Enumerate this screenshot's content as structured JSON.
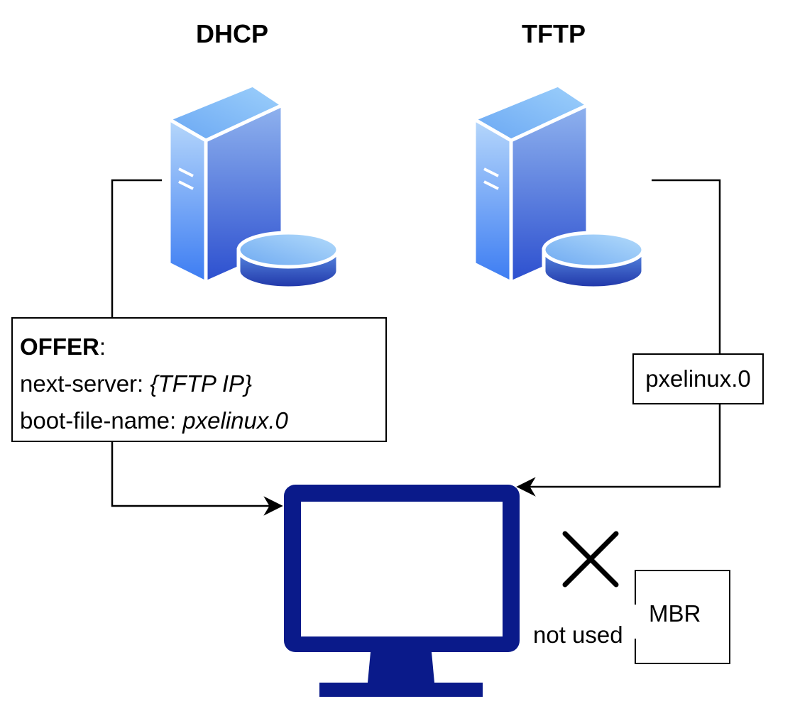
{
  "servers": {
    "dhcp": {
      "title": "DHCP",
      "icon": "server-with-disk-icon"
    },
    "tftp": {
      "title": "TFTP",
      "icon": "server-with-disk-icon"
    }
  },
  "offer": {
    "heading": "OFFER",
    "heading_suffix": ":",
    "next_server_key": "next-server: ",
    "next_server_value": "{TFTP IP}",
    "boot_file_key": "boot-file-name: ",
    "boot_file_value": "pxelinux.0"
  },
  "tftp_file": {
    "label": "pxelinux.0"
  },
  "client": {
    "icon": "monitor-icon"
  },
  "mbr": {
    "label": "MBR",
    "status": "not used",
    "mark_icon": "cross-icon"
  },
  "colors": {
    "server_light": "#8fc2f7",
    "server_mid": "#6f9de8",
    "server_dark": "#2e6ef0",
    "disk_top": "#7fb6f2",
    "disk_side": "#2a43b8",
    "monitor": "#0a1a8a",
    "line": "#000000"
  }
}
